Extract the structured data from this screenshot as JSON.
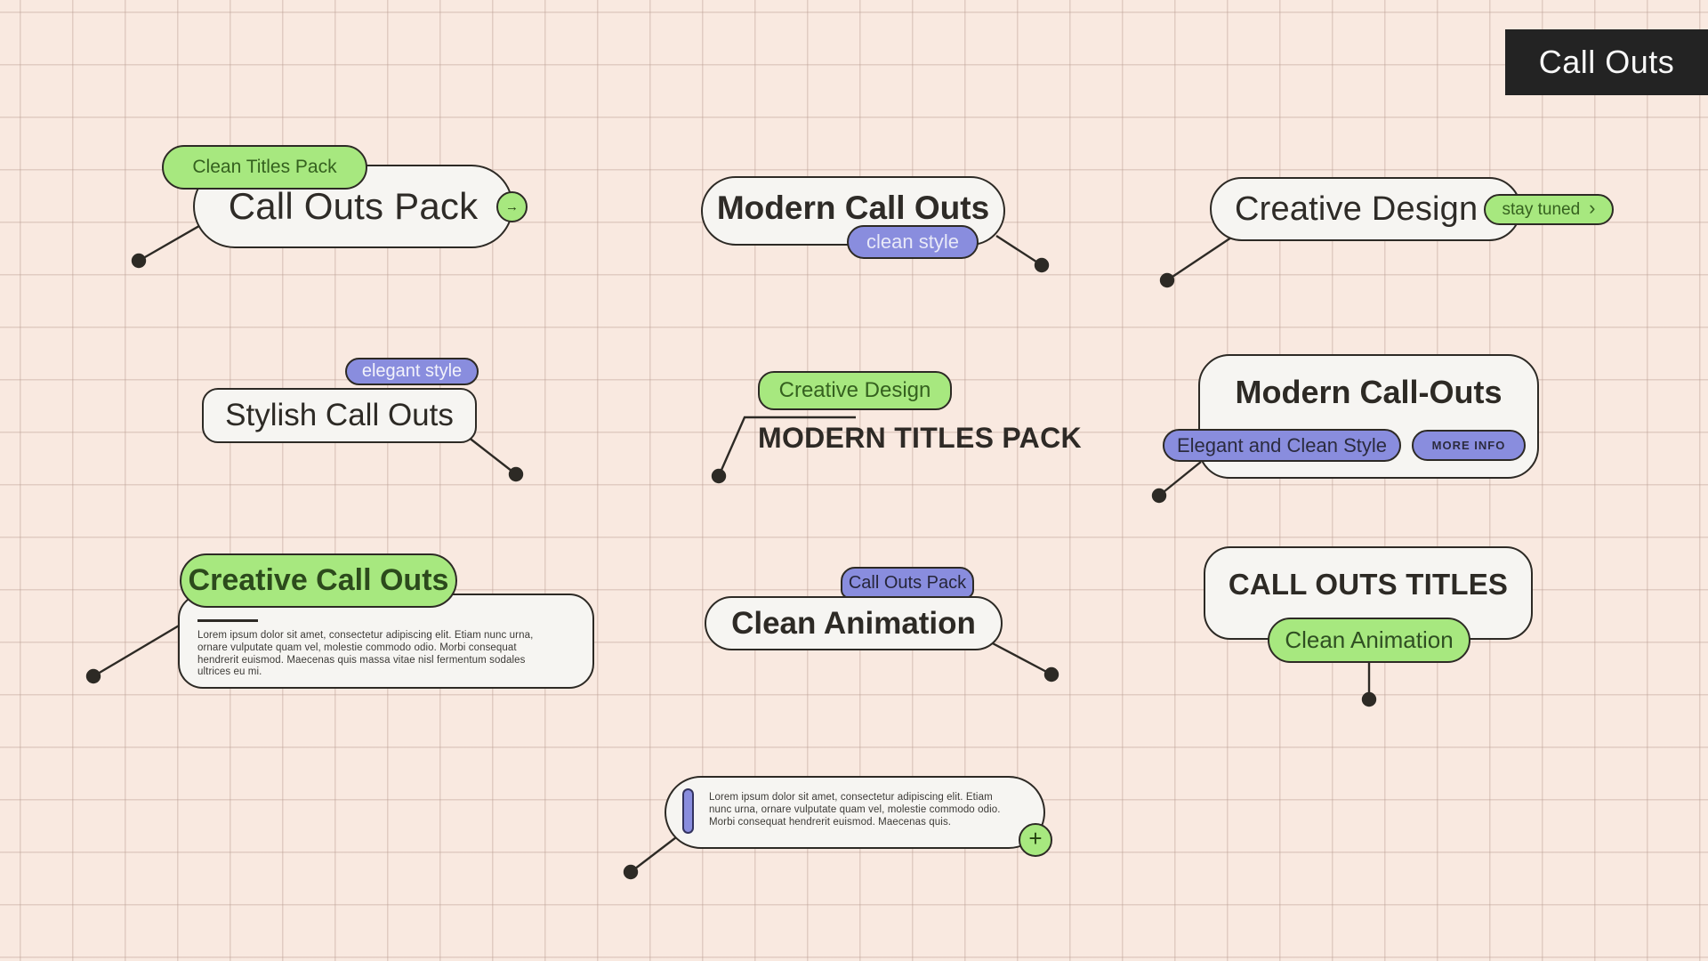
{
  "header": {
    "badge_label": "Call Outs"
  },
  "colors": {
    "background": "#f9e9e0",
    "grid_line": "#e3d1c8",
    "green": "#a7e87f",
    "purple": "#898dde",
    "outline": "#2d2a25",
    "card": "#f6f5f2",
    "green_text": "#35611f",
    "badge_bg": "#232323"
  },
  "callouts": {
    "pack": {
      "tag": "Clean Titles Pack",
      "title": "Call Outs Pack",
      "arrow_icon": "→"
    },
    "modern": {
      "title": "Modern Call Outs",
      "tag": "clean style"
    },
    "creative": {
      "title": "Creative Design",
      "action": "stay tuned",
      "chevron_icon": "›"
    },
    "stylish": {
      "tag": "elegant style",
      "title": "Stylish Call Outs"
    },
    "titles_pack": {
      "tag": "Creative Design",
      "title": "MODERN TITLES PACK"
    },
    "modern_hyphen": {
      "title": "Modern Call-Outs",
      "subtitle": "Elegant and Clean Style",
      "more_info": "MORE INFO"
    },
    "creative_callouts": {
      "title": "Creative Call Outs",
      "body": "Lorem ipsum dolor sit amet, consectetur adipiscing elit. Etiam nunc urna, ornare vulputate quam vel, molestie commodo odio. Morbi consequat hendrerit euismod. Maecenas quis massa vitae nisl fermentum sodales ultrices eu mi."
    },
    "clean_anim": {
      "tag": "Call Outs Pack",
      "title": "Clean Animation"
    },
    "call_outs_titles": {
      "title": "CALL OUTS TITLES",
      "tag": "Clean Animation"
    },
    "note": {
      "body": "Lorem ipsum dolor sit amet, consectetur adipiscing elit. Etiam nunc urna, ornare vulputate quam vel, molestie commodo odio. Morbi consequat hendrerit euismod. Maecenas quis.",
      "plus_icon": "+"
    }
  }
}
